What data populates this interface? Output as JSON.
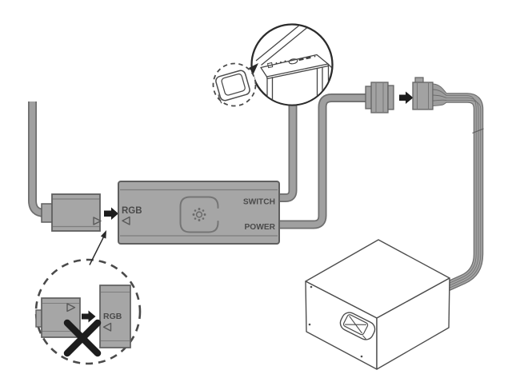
{
  "scene": {
    "description": "RGB LED controller installation diagram: strip connector into RGB port, SWITCH lead to PC case LED button, POWER lead via SATA connector to power supply; incorrect connector orientation crossed out",
    "background": "#ffffff",
    "colors": {
      "device_fill": "#a6a6a6",
      "device_stroke": "#5f5f5f",
      "cable_fill": "#a0a0a0",
      "cable_stroke": "#6e6e6e",
      "label_text": "#4a4a4a",
      "arrow_black": "#1d1d1d",
      "lineart_stroke": "#4d4d4d",
      "circle_outline": "#2b2b2b"
    },
    "controller": {
      "rgb_port_label": "RGB",
      "switch_port_label": "SWITCH",
      "power_port_label": "POWER"
    },
    "wrong_connection_callout": {
      "rgb_port_label": "RGB"
    },
    "icons": [
      "brightness-button-icon",
      "triangle-orientation-marker",
      "black-arrow-right-icon",
      "x-mark-icon",
      "led-switch-button-icon",
      "power-button-icon",
      "usb-port-icon",
      "audio-jack-icon",
      "ac-inlet-icon"
    ]
  }
}
